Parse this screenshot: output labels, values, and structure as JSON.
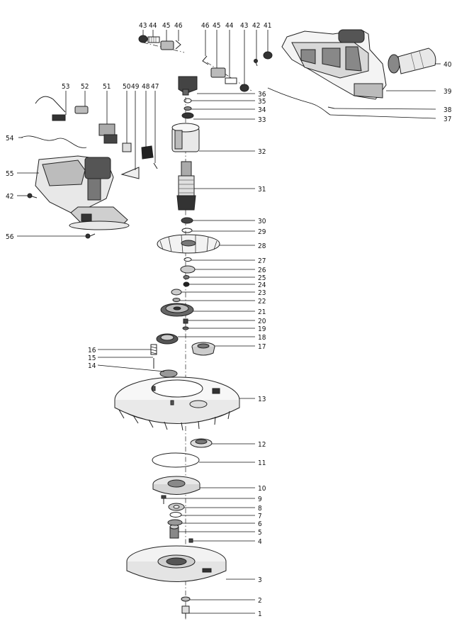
{
  "diagram": {
    "type": "exploded-parts-view",
    "callouts": {
      "c1": "1",
      "c2": "2",
      "c3": "3",
      "c4": "4",
      "c5": "5",
      "c6": "6",
      "c7": "7",
      "c8": "8",
      "c9": "9",
      "c10": "10",
      "c11": "11",
      "c12": "12",
      "c13": "13",
      "c14": "14",
      "c15": "15",
      "c16": "16",
      "c17": "17",
      "c18": "18",
      "c19": "19",
      "c20": "20",
      "c21": "21",
      "c22": "22",
      "c23": "23",
      "c24": "24",
      "c25": "25",
      "c26": "26",
      "c27": "27",
      "c28": "28",
      "c29": "29",
      "c30": "30",
      "c31": "31",
      "c32": "32",
      "c33": "33",
      "c34": "34",
      "c35": "35",
      "c36": "36",
      "c37": "37",
      "c38": "38",
      "c39": "39",
      "c40": "40",
      "c41": "41",
      "c42a": "42",
      "c43a": "43",
      "c44a": "44",
      "c45a": "45",
      "c46a": "46",
      "c46b": "46",
      "c45b": "45",
      "c44b": "44",
      "c43b": "43",
      "c42b": "42",
      "c47": "47",
      "c48": "48",
      "c49": "49",
      "c50": "50",
      "c51": "51",
      "c52": "52",
      "c53": "53",
      "c54": "54",
      "c55": "55",
      "c56": "56"
    }
  }
}
